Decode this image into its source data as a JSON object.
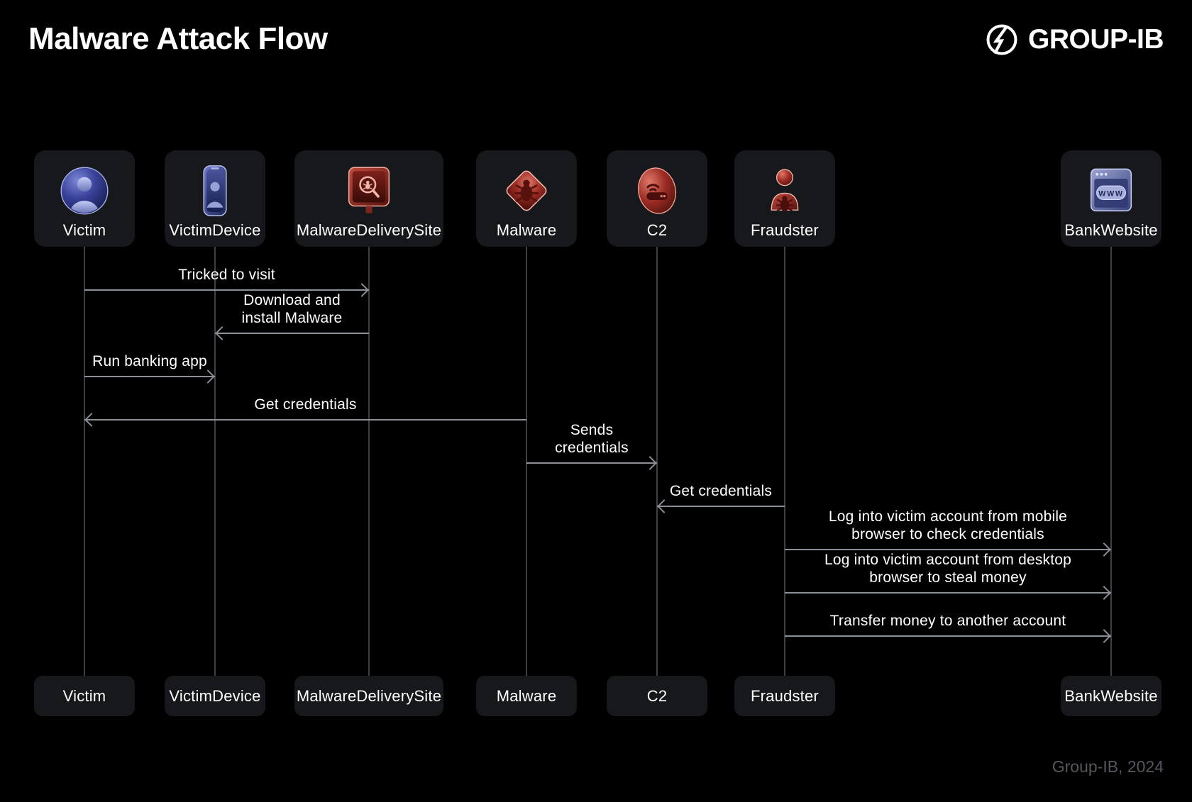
{
  "header": {
    "title": "Malware Attack Flow",
    "brand": "GROUP-IB"
  },
  "footer": {
    "credit": "Group-IB, 2024"
  },
  "colors": {
    "background": "#000000",
    "panel": "#17181b",
    "arrow": "#8b8f96",
    "lifeline": "#3d4046",
    "text": "#ffffff",
    "muted_text": "#55575e",
    "icon_blue": "#4d5aa8",
    "icon_red": "#b03a32"
  },
  "actors": [
    {
      "id": "victim",
      "label": "Victim",
      "icon": "person-icon"
    },
    {
      "id": "victim_device",
      "label": "VictimDevice",
      "icon": "phone-icon"
    },
    {
      "id": "malware_delivery_site",
      "label": "MalwareDeliverySite",
      "icon": "infected-site-icon"
    },
    {
      "id": "malware",
      "label": "Malware",
      "icon": "bug-diamond-icon"
    },
    {
      "id": "c2",
      "label": "C2",
      "icon": "c2-server-icon"
    },
    {
      "id": "fraudster",
      "label": "Fraudster",
      "icon": "fraudster-icon"
    },
    {
      "id": "bank_website",
      "label": "BankWebsite",
      "icon": "browser-www-icon"
    }
  ],
  "messages": [
    {
      "from": "victim",
      "to": "malware_delivery_site",
      "label": "Tricked to visit",
      "lines": [
        "Tricked to visit"
      ]
    },
    {
      "from": "malware_delivery_site",
      "to": "victim_device",
      "label": "Download and install Malware",
      "lines": [
        "Download and",
        "install Malware"
      ]
    },
    {
      "from": "victim",
      "to": "victim_device",
      "label": "Run banking app",
      "lines": [
        "Run banking app"
      ]
    },
    {
      "from": "malware",
      "to": "victim",
      "label": "Get credentials",
      "lines": [
        "Get credentials"
      ]
    },
    {
      "from": "malware",
      "to": "c2",
      "label": "Sends credentials",
      "lines": [
        "Sends",
        "credentials"
      ]
    },
    {
      "from": "fraudster",
      "to": "c2",
      "label": "Get credentials",
      "lines": [
        "Get credentials"
      ]
    },
    {
      "from": "fraudster",
      "to": "bank_website",
      "label": "Log into victim account from mobile browser to check credentials",
      "lines": [
        "Log into victim account from mobile",
        "browser to check credentials"
      ]
    },
    {
      "from": "fraudster",
      "to": "bank_website",
      "label": "Log into victim account from desktop browser to steal money",
      "lines": [
        "Log into victim account from desktop",
        "browser to steal money"
      ]
    },
    {
      "from": "fraudster",
      "to": "bank_website",
      "label": "Transfer money to another account",
      "lines": [
        "Transfer money to another account"
      ]
    }
  ]
}
